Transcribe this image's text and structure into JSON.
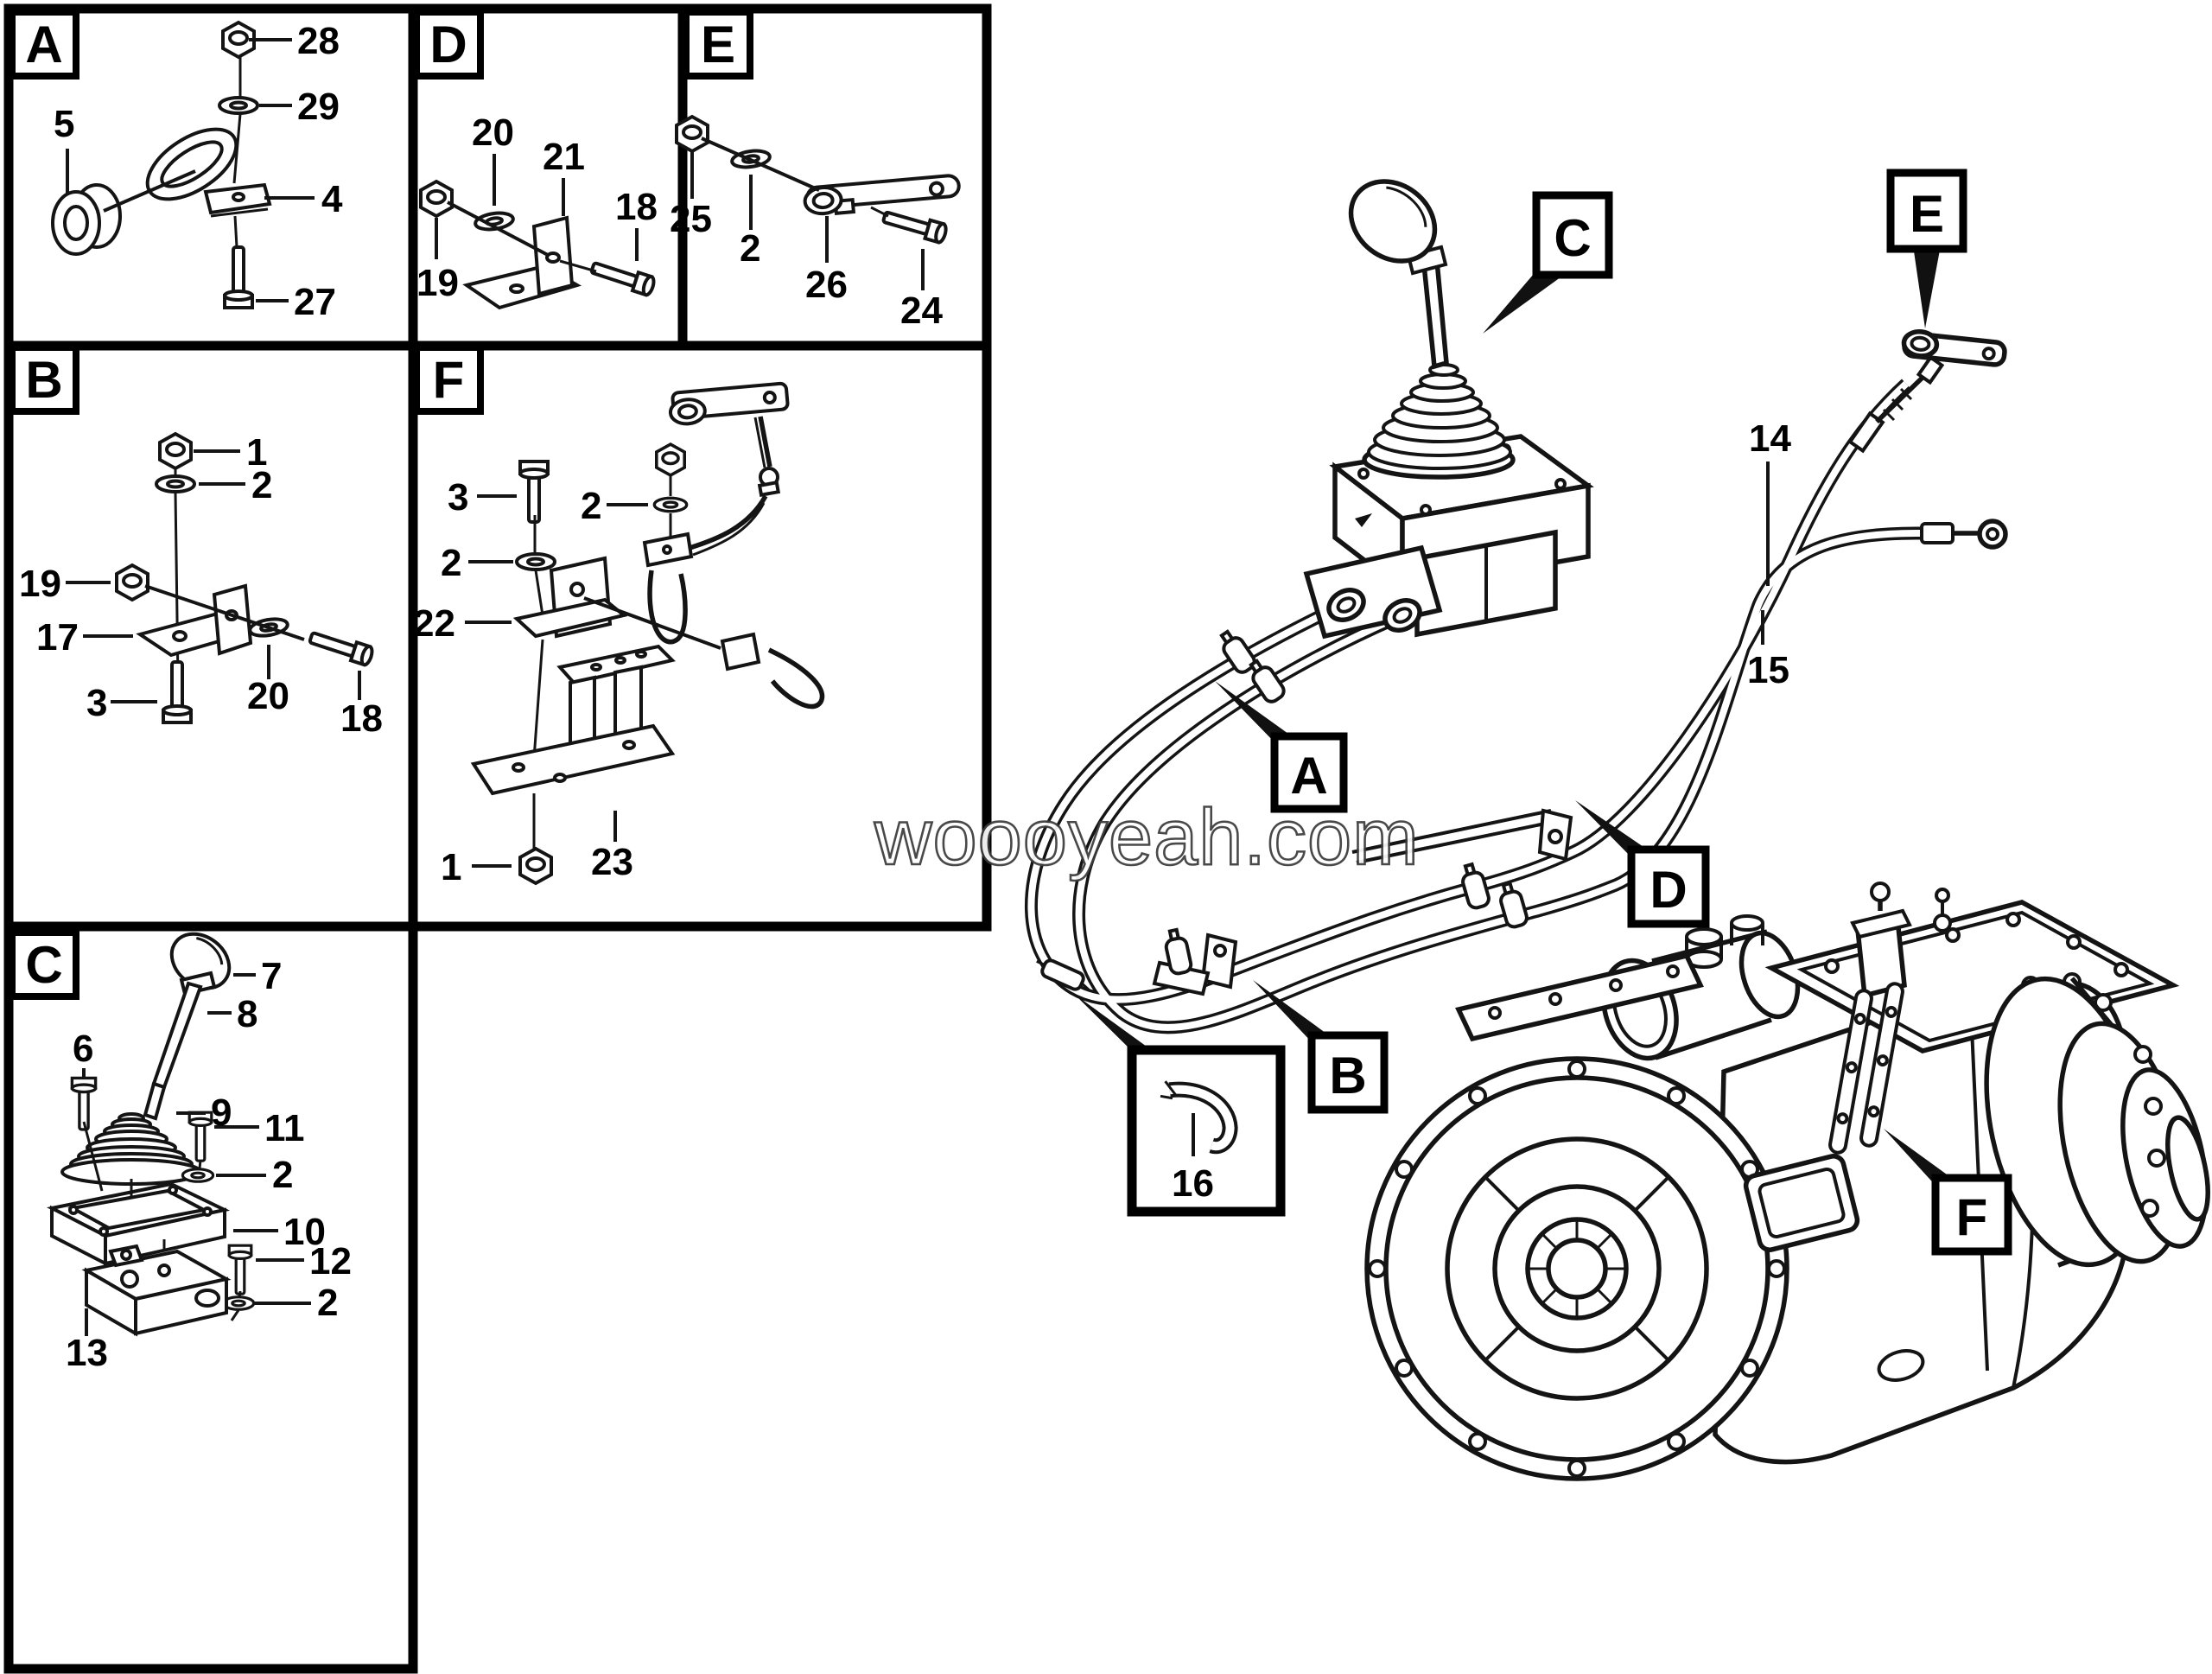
{
  "diagram": {
    "type": "exploded-parts-diagram",
    "subject": "gear shift control and gearbox",
    "watermark": "woooyeah.com",
    "colors": {
      "line": "#141414",
      "background": "#ffffff"
    }
  },
  "inset_panels": [
    {
      "letter": "A",
      "part_labels": [
        "28",
        "29",
        "5",
        "4",
        "27"
      ]
    },
    {
      "letter": "D",
      "part_labels": [
        "20",
        "21",
        "19",
        "18"
      ]
    },
    {
      "letter": "E",
      "part_labels": [
        "25",
        "2",
        "26",
        "24"
      ]
    },
    {
      "letter": "B",
      "part_labels": [
        "1",
        "2",
        "19",
        "17",
        "3",
        "20",
        "18"
      ]
    },
    {
      "letter": "F",
      "part_labels": [
        "3",
        "2",
        "2",
        "22",
        "1",
        "23"
      ]
    },
    {
      "letter": "C",
      "part_labels": [
        "7",
        "8",
        "6",
        "9",
        "11",
        "2",
        "10",
        "12",
        "2",
        "13"
      ]
    },
    {
      "letter": "",
      "part_labels": [
        "16"
      ]
    }
  ],
  "main_callouts": [
    {
      "letter": "C"
    },
    {
      "letter": "E"
    },
    {
      "letter": "A"
    },
    {
      "letter": "D"
    },
    {
      "letter": "B"
    },
    {
      "letter": "F"
    }
  ],
  "cable_labels": [
    {
      "number": "14"
    },
    {
      "number": "15"
    }
  ]
}
